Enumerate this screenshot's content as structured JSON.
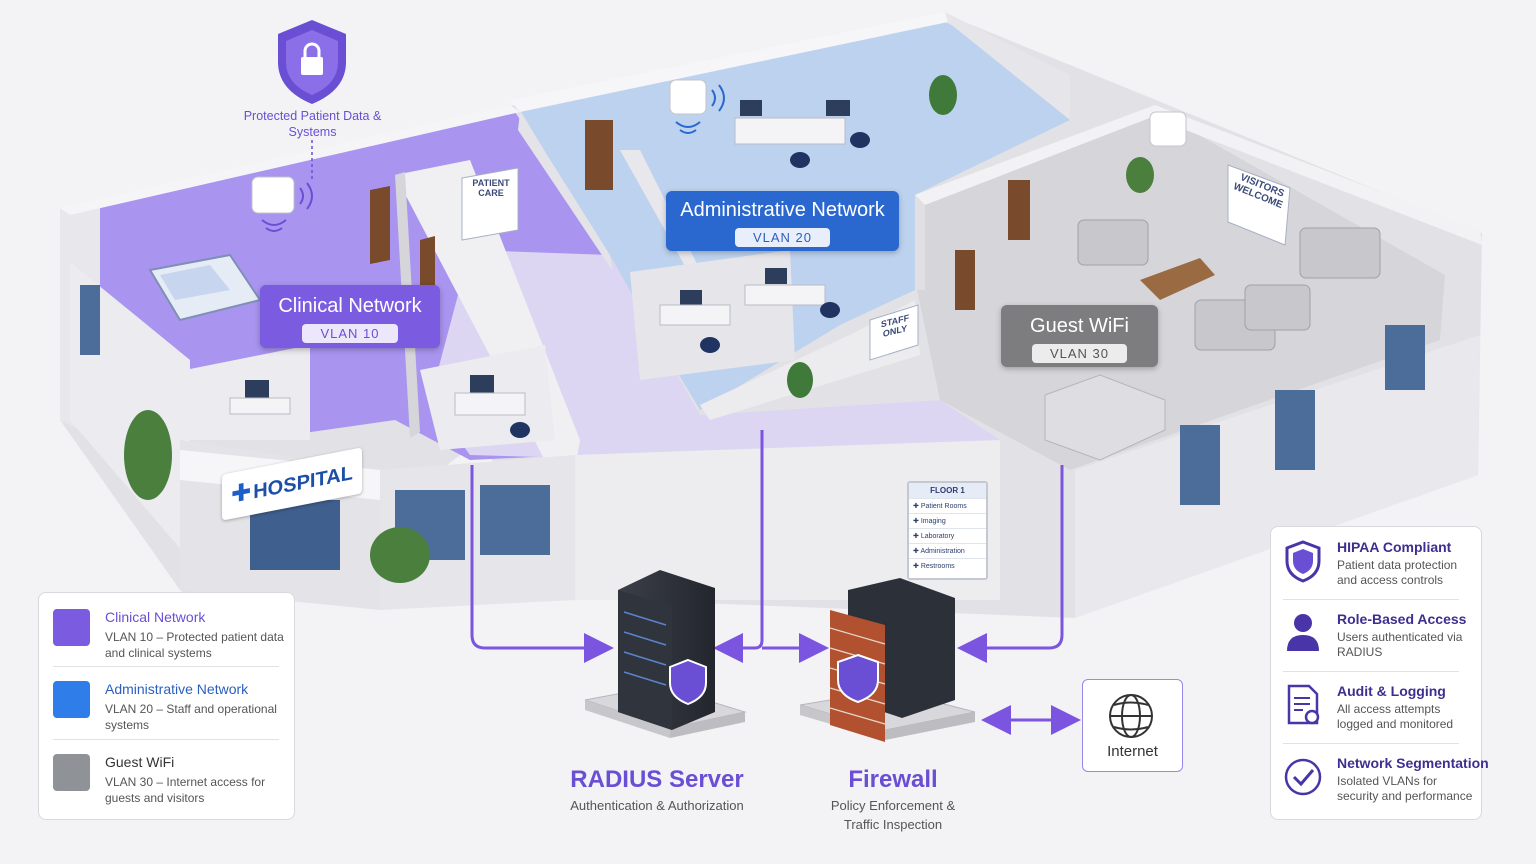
{
  "protected_caption": "Protected Patient Data & Systems",
  "zones": {
    "clinical": {
      "title": "Clinical Network",
      "vlan": "VLAN 10",
      "color": "#7b5ce0"
    },
    "admin": {
      "title": "Administrative Network",
      "vlan": "VLAN 20",
      "color": "#2a67cf"
    },
    "guest": {
      "title": "Guest WiFi",
      "vlan": "VLAN 30",
      "color": "#7d7d7f"
    }
  },
  "signs": {
    "hospital": "HOSPITAL",
    "patient_care": "PATIENT CARE",
    "staff_only": "STAFF ONLY",
    "visitors_welcome": "VISITORS WELCOME",
    "floor_directory": {
      "title": "FLOOR 1",
      "items": [
        "Patient Rooms",
        "Imaging",
        "Laboratory",
        "Administration",
        "Restrooms"
      ]
    }
  },
  "components": {
    "radius": {
      "title": "RADIUS Server",
      "subtitle": "Authentication & Authorization"
    },
    "firewall": {
      "title": "Firewall",
      "subtitle_line1": "Policy Enforcement &",
      "subtitle_line2": "Traffic Inspection"
    },
    "internet": {
      "label": "Internet"
    }
  },
  "legend": [
    {
      "title": "Clinical Network",
      "desc": "VLAN 10 – Protected patient data and clinical systems",
      "color": "#7b5ce0",
      "title_color": "#6a4fd4"
    },
    {
      "title": "Administrative Network",
      "desc": "VLAN 20 – Staff and operational systems",
      "color": "#2f7de8",
      "title_color": "#2a5fbf"
    },
    {
      "title": "Guest WiFi",
      "desc": "VLAN 30 – Internet access for guests and visitors",
      "color": "#8f9398",
      "title_color": "#333333"
    }
  ],
  "features": [
    {
      "title": "HIPAA Compliant",
      "desc": "Patient data protection and access controls",
      "icon": "shield-icon"
    },
    {
      "title": "Role-Based Access",
      "desc": "Users authenticated via RADIUS",
      "icon": "user-icon"
    },
    {
      "title": "Audit & Logging",
      "desc": "All access attempts logged and monitored",
      "icon": "document-gear-icon"
    },
    {
      "title": "Network Segmentation",
      "desc": "Isolated VLANs for security and performance",
      "icon": "check-circle-icon"
    }
  ]
}
